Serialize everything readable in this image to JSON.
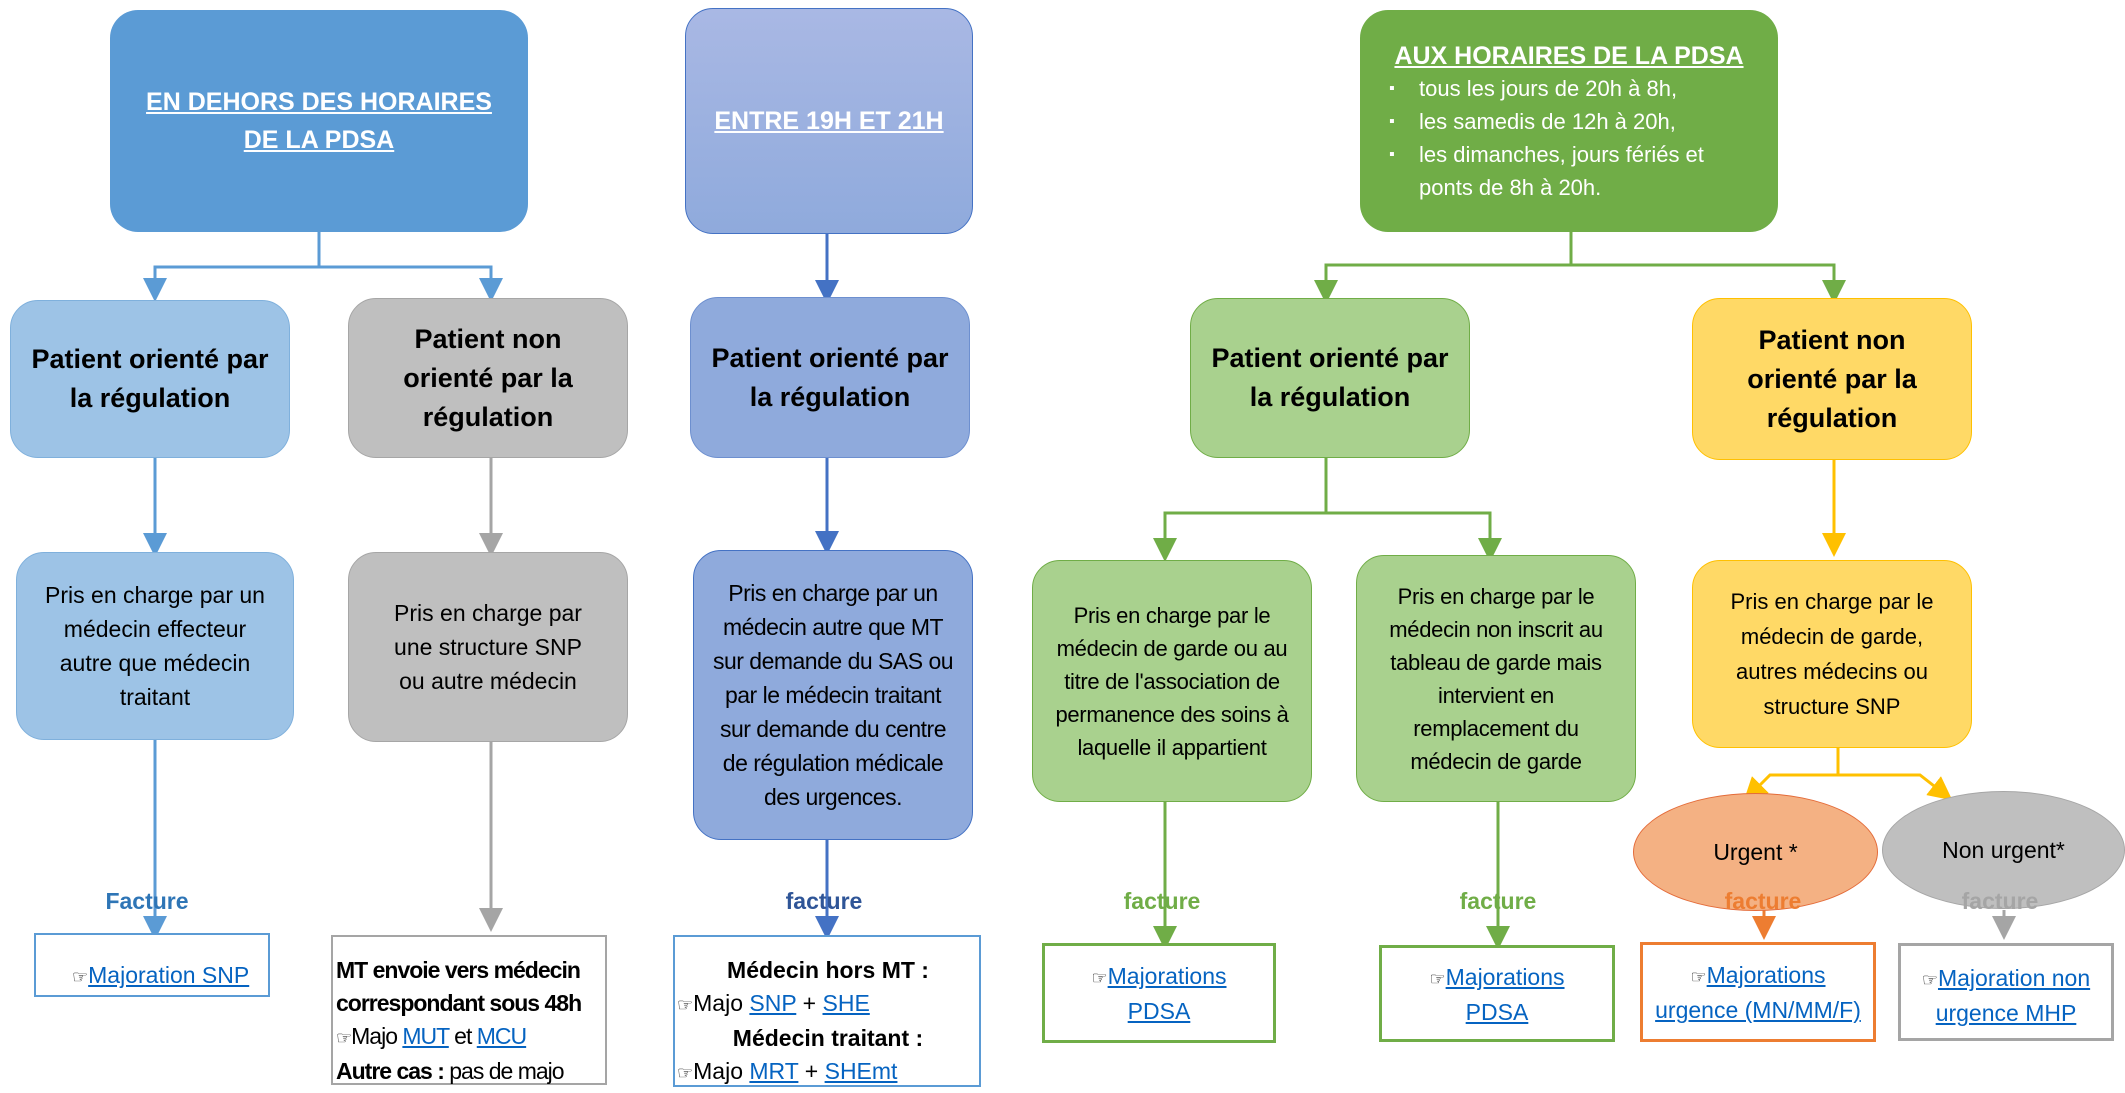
{
  "col1": {
    "header": [
      "EN DEHORS DES HORAIRES",
      "DE LA PDSA"
    ],
    "left_node": "Patient orienté par la régulation",
    "left_pris": "Pris en charge par un médecin effecteur autre que médecin traitant",
    "left_facture": "Facture",
    "left_out_link": "Majoration SNP",
    "right_node": "Patient non orienté par la régulation",
    "right_pris": "Pris en charge par une structure SNP ou autre médecin",
    "right_out": {
      "line1": "MT envoie vers médecin correspondant sous 48h",
      "majo_prefix": "Majo ",
      "link1": "MUT",
      "mid": " et ",
      "link2": "MCU",
      "autre_bold": "Autre cas :",
      "autre_rest": " pas de majo"
    }
  },
  "col2": {
    "header": "ENTRE 19H ET 21H",
    "node": "Patient orienté par la régulation",
    "pris": "Pris en charge par un médecin autre que MT sur demande du SAS ou par le médecin traitant sur demande du centre de régulation médicale des urgences.",
    "facture": "facture",
    "out": {
      "title1": "Médecin hors MT :",
      "majo": "Majo ",
      "link1": "SNP",
      "plus": " + ",
      "link2": "SHE",
      "title2": "Médecin traitant :",
      "link3": "MRT",
      "link4": "SHEmt"
    }
  },
  "col3": {
    "header": "AUX HORAIRES DE LA PDSA",
    "bullets": [
      "tous les jours de 20h à 8h,",
      "les samedis de 12h à 20h,",
      "les dimanches, jours fériés et ponts de 8h à 20h."
    ],
    "green_node": "Patient orienté par la régulation",
    "green_left_pris": "Pris en charge par le médecin de garde ou au titre de l'association de permanence des soins à laquelle il appartient",
    "green_right_pris": "Pris en charge par le médecin non inscrit au tableau de garde mais intervient en remplacement du médecin de garde",
    "green_facture": "facture",
    "green_out": "Majorations PDSA",
    "orange_node": "Patient non orienté par la régulation",
    "orange_pris": "Pris en charge par le médecin de garde, autres médecins ou structure SNP",
    "urgent": "Urgent *",
    "non_urgent": "Non urgent*",
    "urgent_facture": "facture",
    "non_urgent_facture": "facture",
    "urgent_out": "Majorations urgence (MN/MM/F)",
    "non_urgent_out": "Majoration non urgence MHP"
  },
  "colors": {
    "blue": "#5b9bd5",
    "light_blue": "#9dc3e6",
    "gray_node": "#bfbfbf",
    "periwinkle": "#8faadc",
    "green": "#70ad47",
    "light_green": "#a9d18e",
    "yellow": "#ffd966",
    "orange_ellipse": "#f4b183",
    "link": "#0563c1"
  },
  "icons": {
    "pointing_hand": "☞"
  }
}
